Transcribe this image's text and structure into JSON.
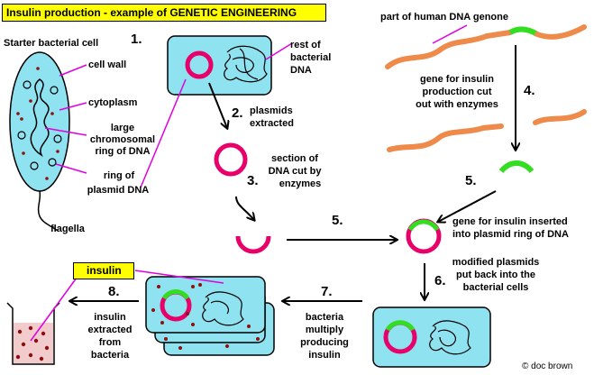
{
  "title": "Insulin production - example of GENETIC ENGINEERING",
  "credit": "© doc brown",
  "colors": {
    "title_bg": "#ffff00",
    "cell_fill": "#8fe3f0",
    "plasmid": "#e8006a",
    "insert_gene": "#33dd22",
    "human_dna": "#ee8a4a",
    "leader_line": "#e000e0",
    "insulin_dot": "#8b1010"
  },
  "steps": {
    "s1": "1.",
    "s2": "2.",
    "s3": "3.",
    "s4": "4.",
    "s5a": "5.",
    "s5b": "5.",
    "s6": "6.",
    "s7": "7.",
    "s8": "8."
  },
  "labels": {
    "starter": "Starter bacterial cell",
    "cell_wall": "cell wall",
    "cytoplasm": "cytoplasm",
    "chromo1": "large",
    "chromo2": "chromosomal",
    "chromo3": "ring of DNA",
    "ring1": "ring of",
    "ring2": "plasmid DNA",
    "flagella": "flagella",
    "rest1": "rest of",
    "rest2": "bacterial",
    "rest3": "DNA",
    "plasmids1": "plasmids",
    "plasmids2": "extracted",
    "section1": "section of",
    "section2": "DNA cut by",
    "section3": "enzymes",
    "human_dna": "part of human DNA genone",
    "gene_cut1": "gene for insulin",
    "gene_cut2": "production cut",
    "gene_cut3": "out with enzymes",
    "inserted1": "gene for insulin inserted",
    "inserted2": "into plasmid ring of DNA",
    "modified1": "modified plasmids",
    "modified2": "put back into the",
    "modified3": "bacterial cells",
    "multiply1": "bacteria",
    "multiply2": "multiply",
    "multiply3": "producing",
    "multiply4": "insulin",
    "extracted1": "insulin",
    "extracted2": "extracted",
    "extracted3": "from",
    "extracted4": "bacteria",
    "insulin_box": "insulin"
  }
}
